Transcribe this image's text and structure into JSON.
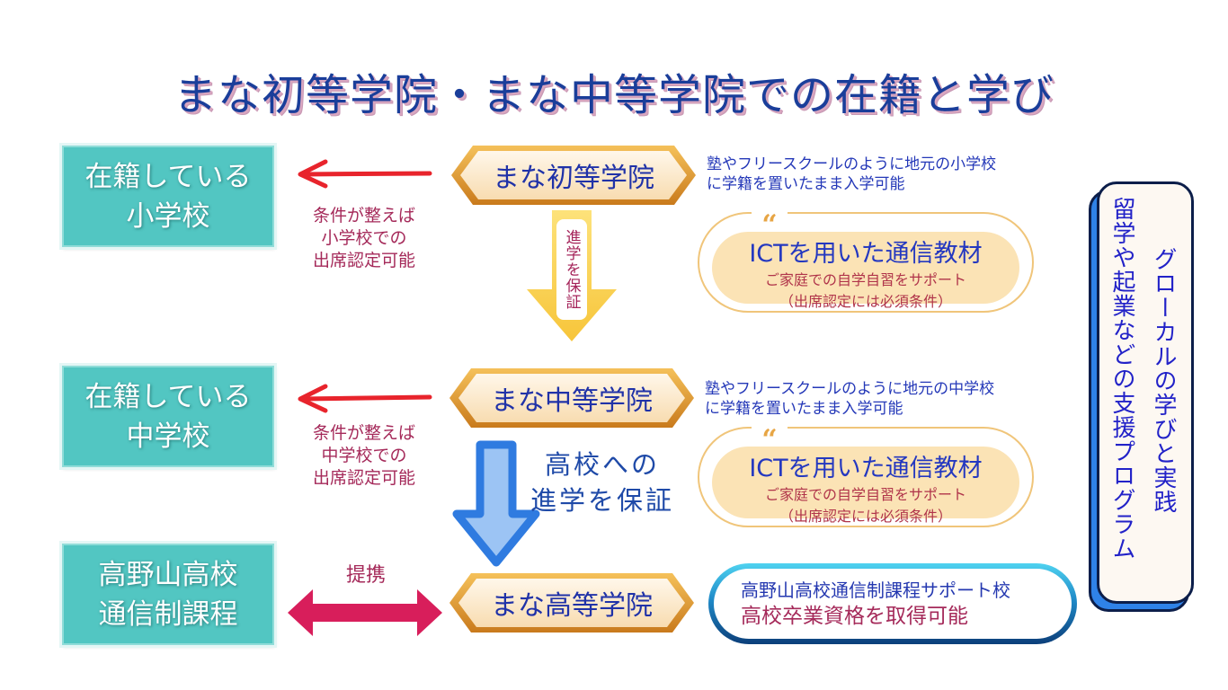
{
  "title": "まな初等学院・まな中等学院での在籍と学び",
  "rows": {
    "elementary": {
      "left_box": [
        "在籍している",
        "小学校"
      ],
      "condition": [
        "条件が整えば",
        "小学校での",
        "出席認定可能"
      ],
      "school": "まな初等学院",
      "description": [
        "塾やフリースクールのように地元の小学校",
        "に学籍を置いたまま入学可能"
      ],
      "ict": {
        "quote_icon": "“",
        "title": "ICTを用いた通信教材",
        "sub1": "ご家庭での自学自習をサポート",
        "sub2": "（出席認定には必須条件）"
      }
    },
    "junior_high": {
      "left_box": [
        "在籍している",
        "中学校"
      ],
      "condition": [
        "条件が整えば",
        "中学校での",
        "出席認定可能"
      ],
      "school": "まな中等学院",
      "description": [
        "塾やフリースクールのように地元の中学校",
        "に学籍を置いたまま入学可能"
      ],
      "ict": {
        "quote_icon": "“",
        "title": "ICTを用いた通信教材",
        "sub1": "ご家庭での自学自習をサポート",
        "sub2": "（出席認定には必須条件）"
      }
    },
    "high": {
      "left_box": [
        "高野山高校",
        "通信制課程"
      ],
      "partnership": "提携",
      "school": "まな高等学院",
      "support": [
        "高野山高校通信制課程サポート校",
        "高校卒業資格を取得可能"
      ]
    }
  },
  "arrows": {
    "yellow_label": "進学を保証",
    "blue_label": [
      "高校への",
      "進学を保証"
    ]
  },
  "side_panel": {
    "col_right": "グローカルの学びと実践",
    "col_left": "留学や起業などの支援プログラム"
  },
  "colors": {
    "title": "#1a3e9a",
    "teal": "#52c6c2",
    "red_arrow": "#e8242c",
    "pink_arrow": "#d81e5b",
    "yellow_arrow": "#fbd454",
    "blue_arrow": "#2f7be0",
    "hex_gold": "#e8a33c",
    "condition_text": "#a52a5a"
  }
}
